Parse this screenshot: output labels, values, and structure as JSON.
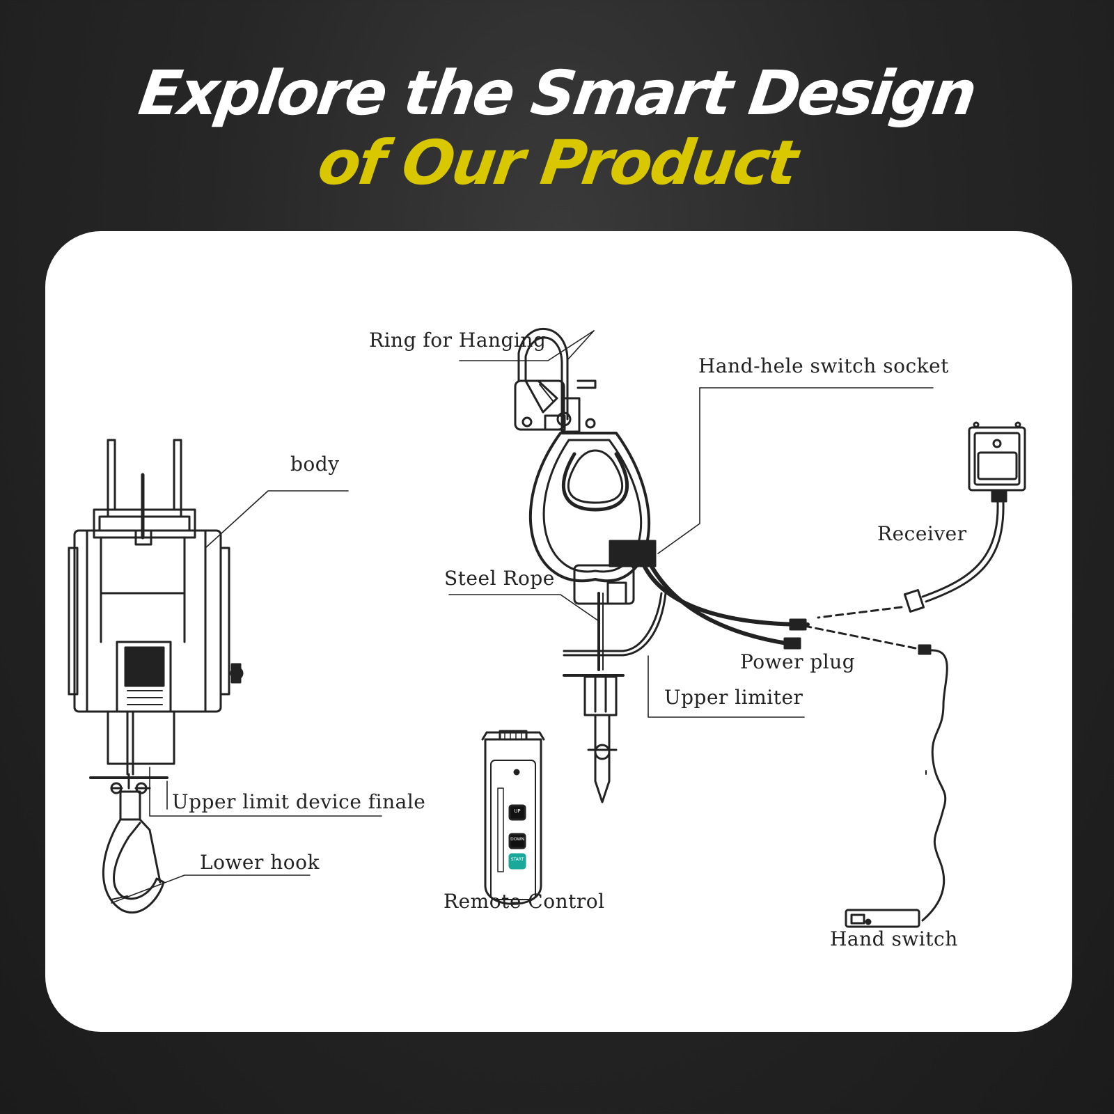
{
  "headline": {
    "line1": "Explore the Smart Design",
    "line2": "of Our Product",
    "line1_color": "#ffffff",
    "line2_color": "#d9c800"
  },
  "labels": {
    "body": "body",
    "upper_limit_device": "Upper limit device finale",
    "lower_hook": "Lower hook",
    "ring_for_hanging": "Ring for Hanging",
    "switch_socket": "Hand-hele switch socket",
    "receiver": "Receiver",
    "steel_rope": "Steel Rope",
    "power_plug": "Power plug",
    "upper_limiter": "Upper limiter",
    "hand_switch": "Hand switch",
    "remote_control": "Remote Control"
  },
  "remote_buttons": {
    "up": "UP",
    "down": "DOWN",
    "start": "START"
  },
  "colors": {
    "start_button": "#1aa89a",
    "card_background": "#ffffff",
    "line_art": "#222222"
  }
}
